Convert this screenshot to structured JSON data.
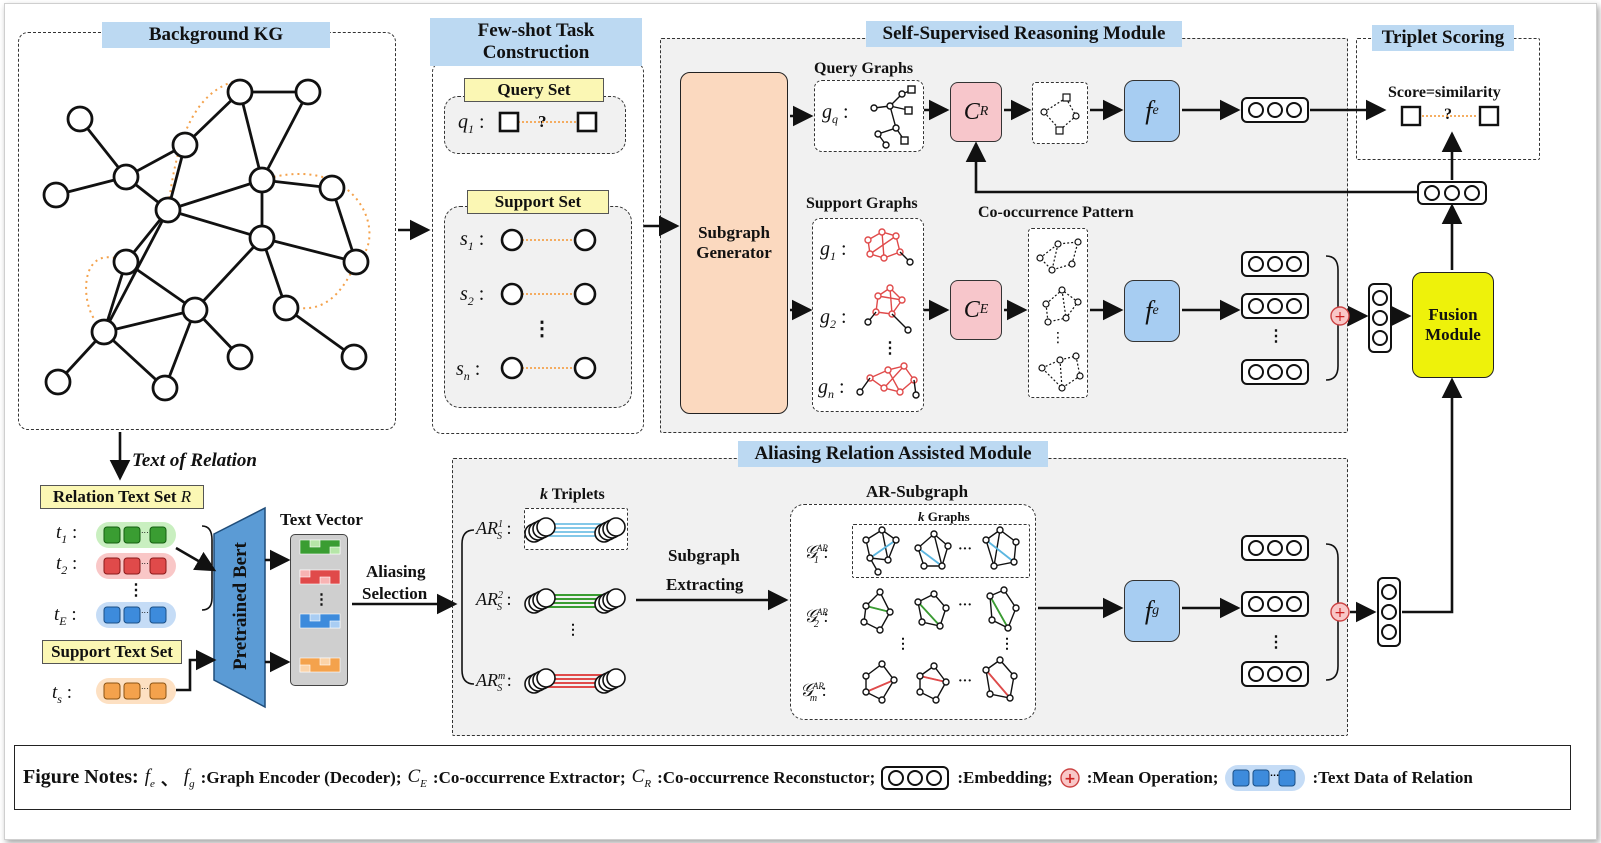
{
  "sections": {
    "background_kg": "Background KG",
    "few_shot": "Few-shot Task Construction",
    "self_supervised": "Self-Supervised Reasoning Module",
    "triplet_scoring": "Triplet Scoring",
    "aliasing": "Aliasing Relation Assisted Module"
  },
  "few_shot": {
    "query_set": "Query Set",
    "support_set": "Support Set",
    "q1": "q",
    "q1_sub": "1",
    "q_mark": "?",
    "s1": "s",
    "s1_sub": "1",
    "s2": "s",
    "s2_sub": "2",
    "sn": "s",
    "sn_sub": "n",
    "dots": "⋮",
    "colon": ":"
  },
  "ssr": {
    "subgraph_generator": "Subgraph Generator",
    "query_graphs": "Query Graphs",
    "support_graphs": "Support Graphs",
    "co_occurrence_pattern": "Co-occurrence Pattern",
    "gq": "g",
    "gq_sub": "q",
    "g1": "g",
    "g1_sub": "1",
    "g2": "g",
    "g2_sub": "2",
    "gn": "g",
    "gn_sub": "n",
    "cr": "C",
    "cr_sub": "R",
    "ce": "C",
    "ce_sub": "E",
    "fe": "f",
    "fe_sub": "e",
    "fe2": "f",
    "fe2_sub": "e",
    "dots": "⋮"
  },
  "scoring": {
    "score": "Score=similarity",
    "q_mark": "?"
  },
  "fusion": "Fusion Module",
  "text_side": {
    "text_of_relation": "Text of Relation",
    "relation_text_set": "Relation Text Set",
    "relation_text_set_sym": "R",
    "t1": "t",
    "t1_sub": "1",
    "t2": "t",
    "t2_sub": "2",
    "tE": "t",
    "tE_sub": "E",
    "support_text_set": "Support Text Set",
    "ts": "t",
    "ts_sub": "s",
    "pretrained_bert": "Pretrained Bert",
    "text_vector": "Text Vector",
    "aliasing_selection_1": "Aliasing",
    "aliasing_selection_2": "Selection",
    "dots": "⋮"
  },
  "ar": {
    "k_triplets_k": "k",
    "k_triplets": " Triplets",
    "ar1": "AR",
    "ar1_sub": "S",
    "ar1_sup": "1",
    "ar2": "AR",
    "ar2_sub": "S",
    "ar2_sup": "2",
    "arm": "AR",
    "arm_sub": "S",
    "arm_sup": "m",
    "subgraph_extracting_1": "Subgraph",
    "subgraph_extracting_2": "Extracting",
    "ar_subgraph": "AR-Subgraph",
    "k_graphs_k": "k",
    "k_graphs": " Graphs",
    "G1": "𝒢",
    "G1_sub": "1",
    "G1_sup": "AR",
    "G2": "𝒢",
    "G2_sub": "2",
    "G2_sup": "AR",
    "Gm": "𝒢",
    "Gm_sub": "m",
    "Gm_sup": "AR",
    "fg": "f",
    "fg_sub": "g",
    "dots": "⋮",
    "hdots": "···"
  },
  "notes": {
    "title": "Figure Notes:",
    "fe": "f",
    "fe_sub": "e",
    "sep": "、",
    "fg": "f",
    "fg_sub": "g",
    "graph_encoder": ":Graph Encoder (Decoder);",
    "ce": "C",
    "ce_sub": "E",
    "co_extractor": ":Co-occurrence Extractor;",
    "cr": "C",
    "cr_sub": "R",
    "co_reconstructor": ":Co-occurrence Reconstuctor;",
    "embedding": ":Embedding;",
    "mean": ":Mean Operation;",
    "text_data": ":Text Data of Relation"
  },
  "colors": {
    "label_blue": "#bcd9f2",
    "label_yellow": "#fbf7b4",
    "generator": "#fbd9bf",
    "c_box": "#f7c6cb",
    "f_box": "#a7cdf2",
    "fusion": "#eef20a",
    "bert": "#5b9bd5",
    "green": "#3a9d32",
    "red": "#e04a4a",
    "blue": "#3d8bdc",
    "orange": "#f4a24c"
  }
}
